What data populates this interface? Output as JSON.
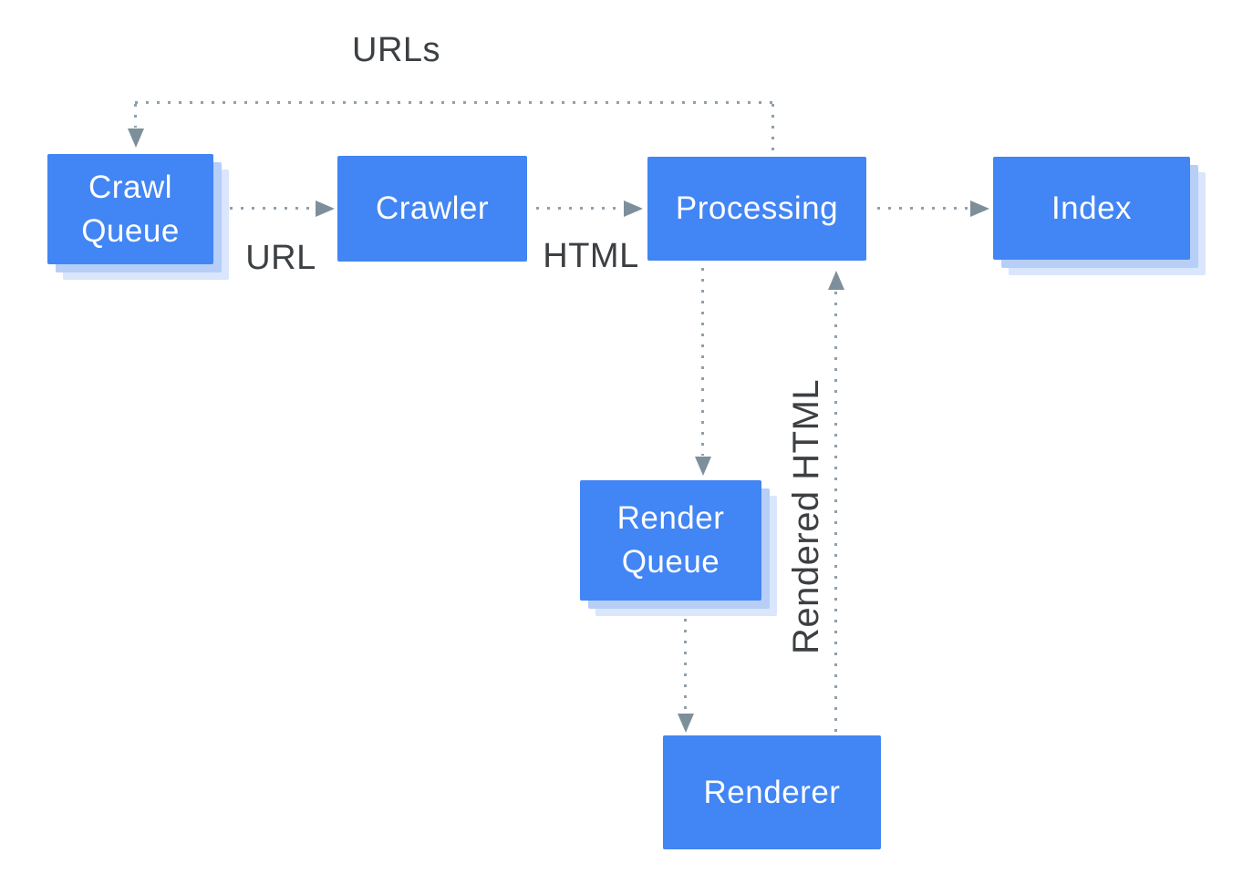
{
  "diagram": {
    "description": "Crawl, render and index pipeline flow diagram",
    "nodes": {
      "crawl_queue": {
        "label": "Crawl\nQueue",
        "shape": "rectangle",
        "shadow": true
      },
      "crawler": {
        "label": "Crawler",
        "shape": "rectangle",
        "shadow": false
      },
      "processing": {
        "label": "Processing",
        "shape": "rectangle",
        "shadow": false
      },
      "index": {
        "label": "Index",
        "shape": "rectangle",
        "shadow": true
      },
      "render_queue": {
        "label": "Render\nQueue",
        "shape": "rectangle",
        "shadow": true
      },
      "renderer": {
        "label": "Renderer",
        "shape": "rectangle",
        "shadow": false
      }
    },
    "edges": [
      {
        "from": "Processing",
        "to": "Crawl Queue",
        "label": "URLs",
        "style": "dotted"
      },
      {
        "from": "Crawl Queue",
        "to": "Crawler",
        "label": "URL",
        "style": "dotted"
      },
      {
        "from": "Crawler",
        "to": "Processing",
        "label": "HTML",
        "style": "dotted"
      },
      {
        "from": "Processing",
        "to": "Index",
        "label": "",
        "style": "dotted"
      },
      {
        "from": "Processing",
        "to": "Render Queue",
        "label": "",
        "style": "dotted"
      },
      {
        "from": "Render Queue",
        "to": "Renderer",
        "label": "",
        "style": "dotted"
      },
      {
        "from": "Renderer",
        "to": "Processing",
        "label": "Rendered HTML",
        "style": "dotted"
      }
    ],
    "colors": {
      "node_fill": "#4285F4",
      "node_text": "#FFFFFF",
      "node_shadow_inner": "#B7CFF7",
      "node_shadow_outer": "#D9E6FC",
      "connector_dot": "#8FA0AC",
      "arrowhead": "#7E8F9C",
      "edge_label_text": "#3C4043",
      "background": "#FFFFFF"
    }
  }
}
